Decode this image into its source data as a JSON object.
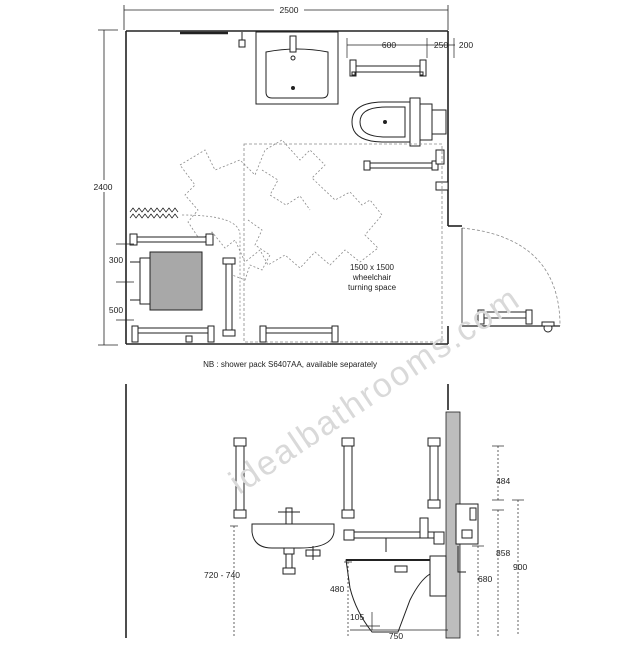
{
  "plan": {
    "dims": {
      "overall_width": "2500",
      "overall_height": "2400",
      "grab_rail_width": "600",
      "grab_rail_offset": "250",
      "wall_offset": "200",
      "fold_rail_gap": "300",
      "seat_height": "500"
    },
    "turning_space": [
      "1500 x 1500",
      "wheelchair",
      "turning space"
    ],
    "note": "NB : shower pack S6407AA, available separately"
  },
  "elevation": {
    "dims": {
      "cistern_top": "484",
      "basin_height": "720 - 740",
      "rail_height": "858",
      "flush_height": "680",
      "overall_height": "900",
      "pan_height": "480",
      "pan_offset": "105",
      "projection": "750"
    }
  },
  "watermark": "idealbathrooms.com",
  "colors": {
    "line": "#222222",
    "dashed": "#8a8a8a",
    "seat_fill": "#a8a8a8",
    "wall_fill": "#bdbdbd"
  }
}
